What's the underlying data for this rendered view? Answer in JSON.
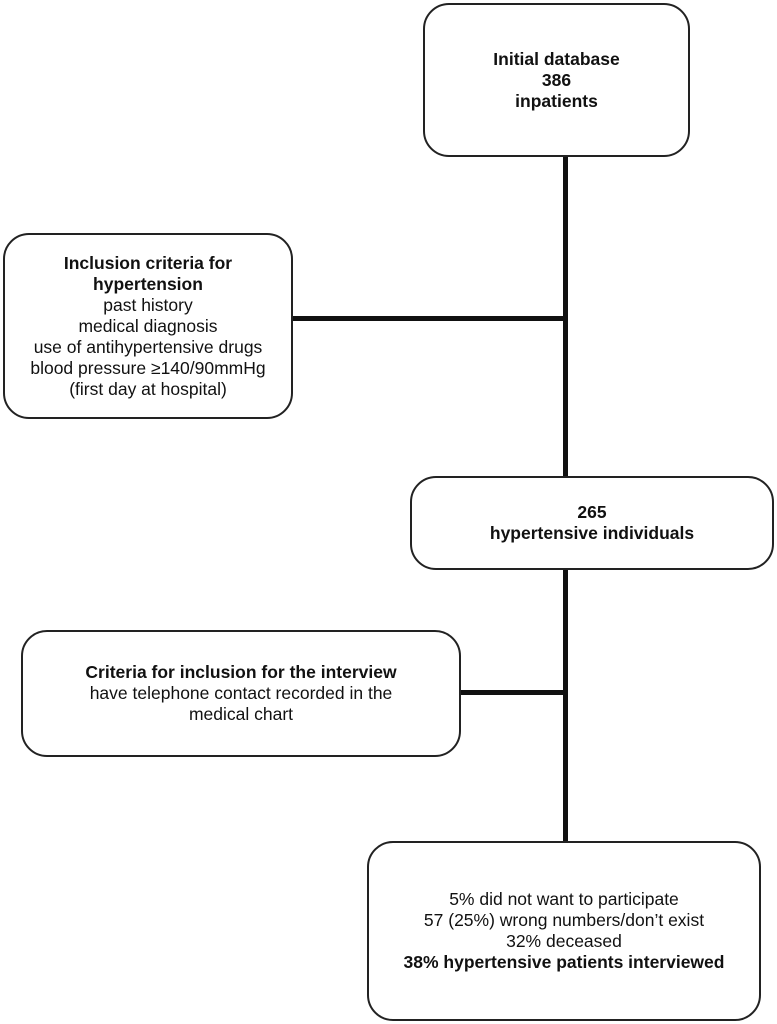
{
  "boxes": {
    "initial": {
      "line1": "Initial database",
      "line2": "386",
      "line3": "inpatients"
    },
    "inclusion_hypertension": {
      "title1": "Inclusion criteria for",
      "title2": "hypertension",
      "items": [
        "past history",
        "medical diagnosis",
        "use of antihypertensive drugs",
        "blood pressure ≥140/90mmHg",
        "(first day at hospital)"
      ]
    },
    "hypertensive": {
      "line1": "265",
      "line2": "hypertensive individuals"
    },
    "inclusion_interview": {
      "title": "Criteria for inclusion for the interview",
      "line1": "have telephone contact recorded in the",
      "line2": "medical chart"
    },
    "outcome": {
      "lines": [
        "5% did not want to participate",
        "57 (25%) wrong numbers/don’t exist",
        "32% deceased"
      ],
      "final": "38% hypertensive patients interviewed"
    }
  }
}
